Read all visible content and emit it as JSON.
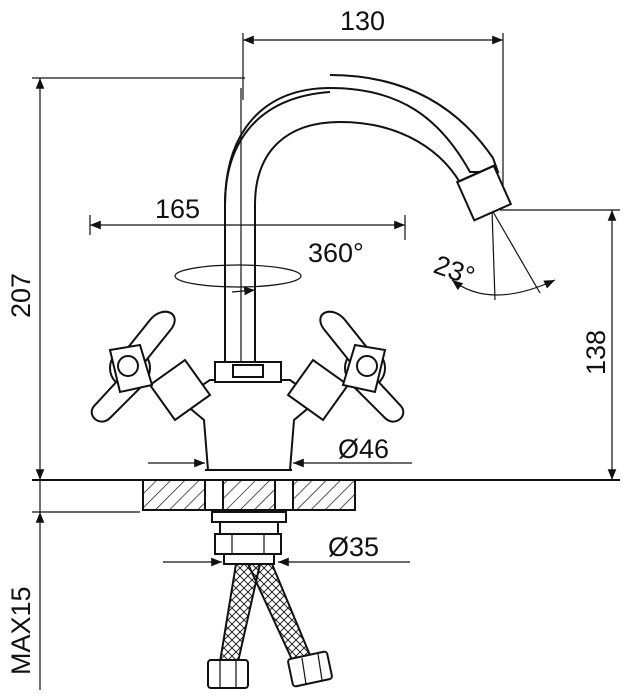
{
  "dimensions": {
    "spout_reach": "130",
    "handle_span": "165",
    "rotation": "360°",
    "spout_angle": "23°",
    "total_height": "207",
    "spout_height": "138",
    "body_diameter": "Ø46",
    "shank_diameter": "Ø35",
    "max_deck_thickness": "MAX15"
  },
  "colors": {
    "line": "#111111",
    "background": "#ffffff"
  }
}
